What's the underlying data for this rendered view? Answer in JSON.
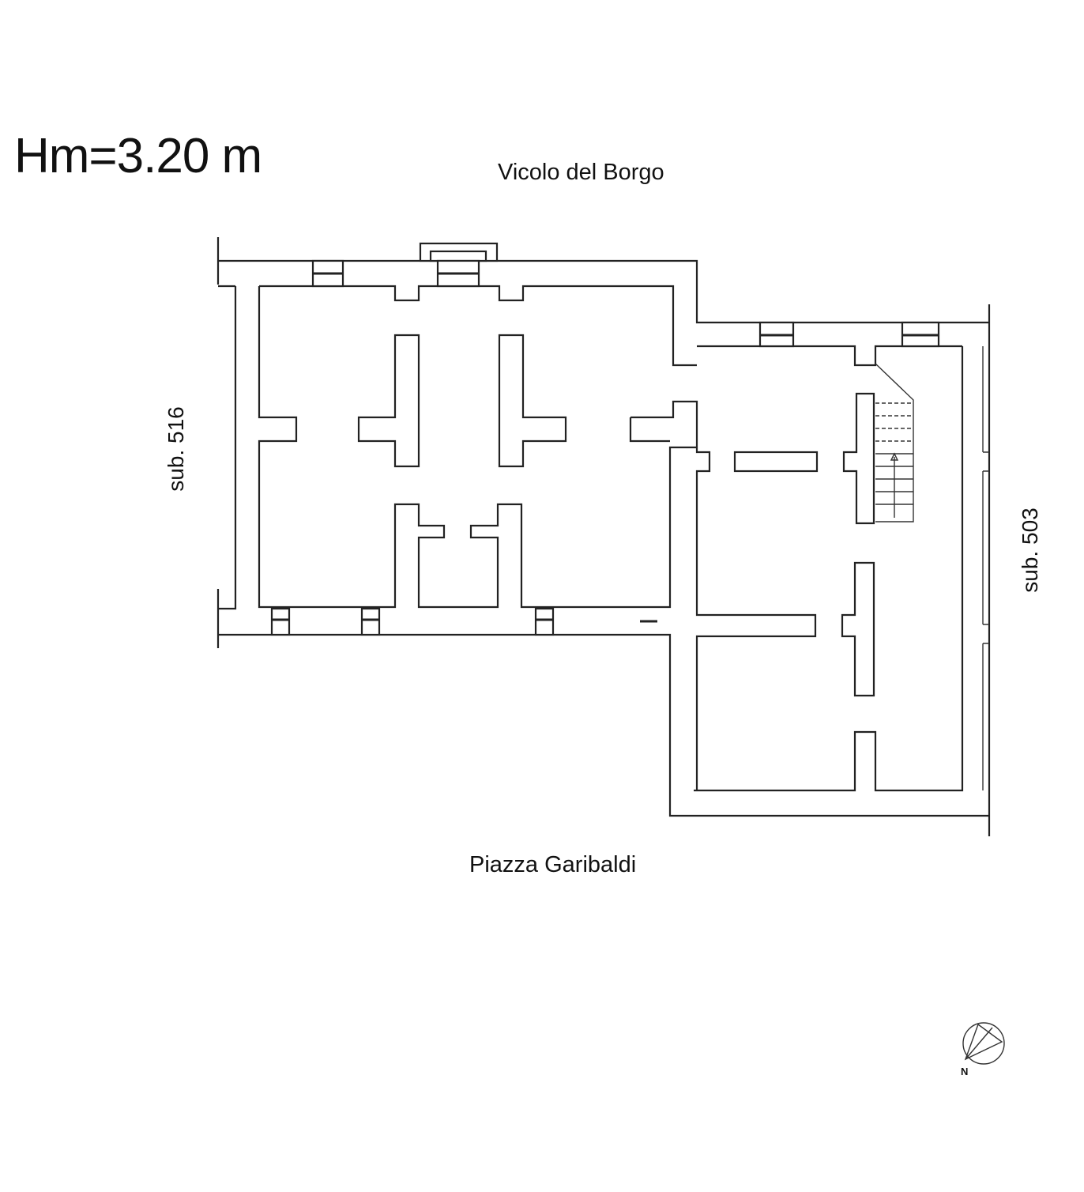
{
  "height_label": "Hm=3.20 m",
  "streets": {
    "north": "Vicolo del Borgo",
    "south": "Piazza Garibaldi"
  },
  "neighbors": {
    "west": "sub. 516",
    "east": "sub. 503"
  },
  "compass": {
    "letter": "N"
  }
}
